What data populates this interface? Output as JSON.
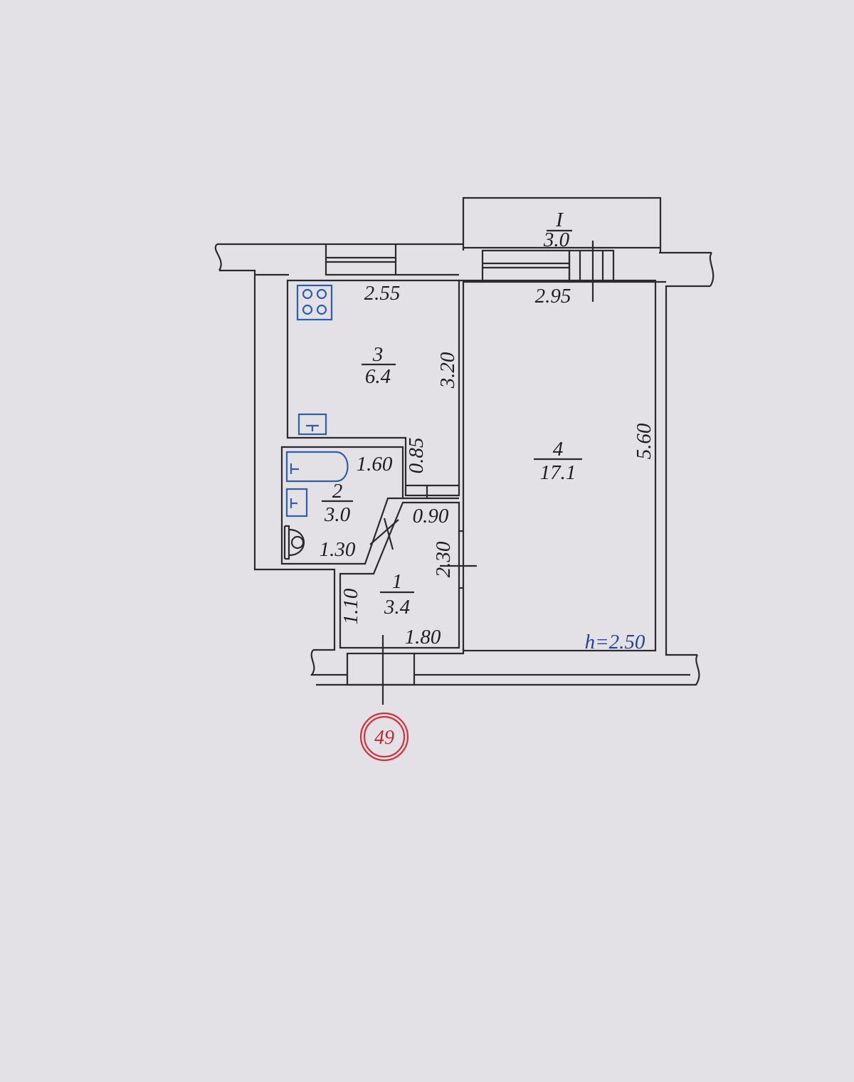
{
  "balcony": {
    "number": "I",
    "area": "3.0"
  },
  "rooms": [
    {
      "number": "1",
      "area": "3.4"
    },
    {
      "number": "2",
      "area": "3.0"
    },
    {
      "number": "3",
      "area": "6.4"
    },
    {
      "number": "4",
      "area": "17.1"
    }
  ],
  "dimensions": {
    "kitchen_width": "2.55",
    "kitchen_depth": "3.20",
    "living_width": "2.95",
    "living_depth": "5.60",
    "bath_width": "1.60",
    "bath_wall_depth": "0.85",
    "door_width": "0.90",
    "hall_depth": "2.30",
    "bath_lower": "1.30",
    "hall_wall_short": "1.10",
    "hall_width": "1.80"
  },
  "ceiling_height": "h=2.50",
  "stamp_number": "49",
  "colors": {
    "background": "#e3e1e6",
    "walls": "#2a2a2e",
    "fixtures": "#2f5fa8",
    "stamp": "#d2323c"
  },
  "fixture_icons": [
    "stove-icon",
    "kitchen-sink-icon",
    "bathtub-icon",
    "washbasin-icon",
    "toilet-icon"
  ]
}
